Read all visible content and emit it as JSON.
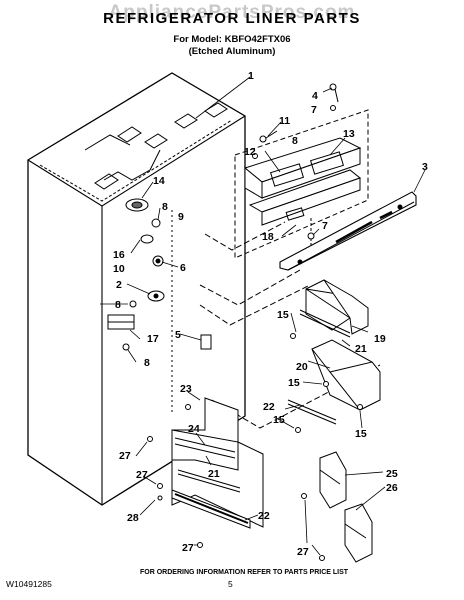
{
  "header": {
    "watermark": "AppliancePartsPros.com",
    "title": "REFRIGERATOR LINER PARTS",
    "model": "For Model: KBFO42FTX06",
    "finish": "(Etched Aluminum)"
  },
  "footer": {
    "doc_number": "W10491285",
    "page": "5",
    "ordering_note": "FOR ORDERING INFORMATION REFER TO PARTS PRICE LIST"
  },
  "callouts": [
    "1",
    "4",
    "7",
    "11",
    "8",
    "13",
    "12",
    "3",
    "14",
    "8",
    "9",
    "16",
    "10",
    "6",
    "2",
    "8",
    "5",
    "17",
    "8",
    "7",
    "18",
    "15",
    "19",
    "21",
    "20",
    "15",
    "22",
    "15",
    "15",
    "23",
    "24",
    "27",
    "21",
    "27",
    "28",
    "22",
    "27",
    "25",
    "26",
    "27"
  ]
}
